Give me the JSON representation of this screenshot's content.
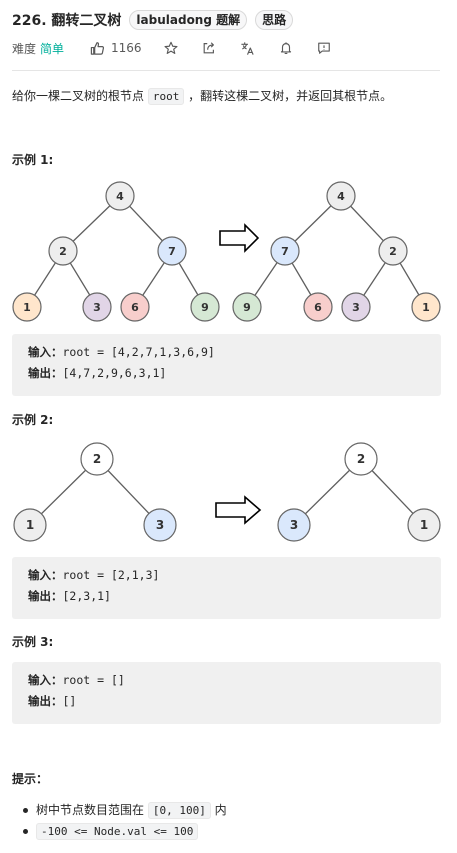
{
  "problem": {
    "title": "226. 翻转二叉树",
    "tags": [
      "labuladong 题解",
      "思路"
    ],
    "difficulty_label": "难度",
    "difficulty": "简单",
    "likes": "1166",
    "icons": [
      "thumbs-up-icon",
      "star-icon",
      "share-icon",
      "translate-icon",
      "bell-icon",
      "feedback-icon"
    ]
  },
  "description": {
    "before": "给你一棵二叉树的根节点",
    "code": "root",
    "after": "，翻转这棵二叉树，并返回其根节点。"
  },
  "examples": [
    {
      "title": "示例 1:",
      "input_label": "输入：",
      "input": "root = [4,2,7,1,3,6,9]",
      "output_label": "输出：",
      "output": "[4,7,2,9,6,3,1]",
      "before_nodes": [
        "4",
        "2",
        "7",
        "1",
        "3",
        "6",
        "9"
      ],
      "after_nodes": [
        "4",
        "7",
        "2",
        "9",
        "6",
        "3",
        "1"
      ]
    },
    {
      "title": "示例 2:",
      "input_label": "输入：",
      "input": "root = [2,1,3]",
      "output_label": "输出：",
      "output": "[2,3,1]",
      "before_nodes": [
        "2",
        "1",
        "3"
      ],
      "after_nodes": [
        "2",
        "3",
        "1"
      ]
    },
    {
      "title": "示例 3:",
      "input_label": "输入：",
      "input": "root = []",
      "output_label": "输出：",
      "output": "[]"
    }
  ],
  "tips": {
    "title": "提示：",
    "item1_before": "树中节点数目范围在",
    "item1_code": "[0, 100]",
    "item1_after": "内",
    "item2_code": "-100 <= Node.val <= 100"
  },
  "colors": {
    "node_gray": "#eeeeee",
    "node_blue": "#dae8fc",
    "node_orange": "#ffe6cc",
    "node_purple": "#e1d5e7",
    "node_red": "#f8cecc",
    "node_green": "#d5e8d4",
    "difficulty_easy": "#00af9b"
  }
}
